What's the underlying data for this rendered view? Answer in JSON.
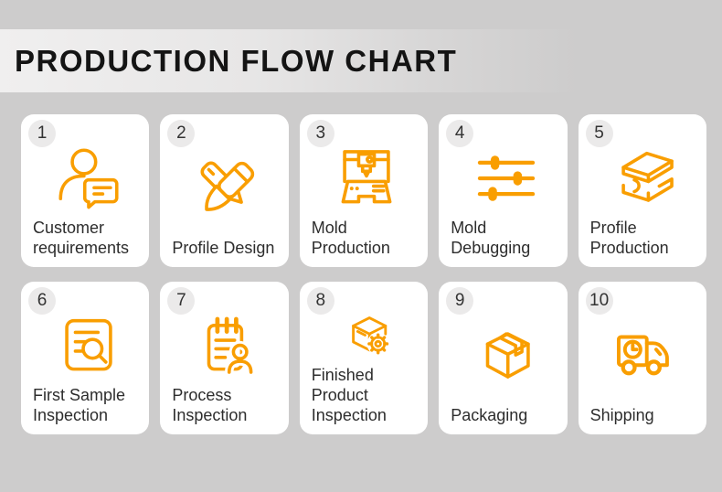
{
  "header": {
    "title": "PRODUCTION FLOW CHART"
  },
  "colors": {
    "accent": "#F99E00",
    "page_bg": "#CDCCCC",
    "card_bg": "#FFFFFF",
    "badge_bg": "#EBEAEA",
    "label_text": "#2D2D2D",
    "title_text": "#141414"
  },
  "steps": [
    {
      "number": "1",
      "label": "Customer requirements",
      "icon": "customer-requirements-icon"
    },
    {
      "number": "2",
      "label": "Profile Design",
      "icon": "profile-design-icon"
    },
    {
      "number": "3",
      "label": "Mold Production",
      "icon": "mold-production-icon"
    },
    {
      "number": "4",
      "label": "Mold Debugging",
      "icon": "mold-debugging-icon"
    },
    {
      "number": "5",
      "label": "Profile Production",
      "icon": "profile-production-icon"
    },
    {
      "number": "6",
      "label": "First Sample Inspection",
      "icon": "first-sample-inspection-icon"
    },
    {
      "number": "7",
      "label": "Process Inspection",
      "icon": "process-inspection-icon"
    },
    {
      "number": "8",
      "label": "Finished Product Inspection",
      "icon": "finished-product-inspection-icon"
    },
    {
      "number": "9",
      "label": "Packaging",
      "icon": "packaging-icon"
    },
    {
      "number": "10",
      "label": "Shipping",
      "icon": "shipping-icon"
    }
  ]
}
